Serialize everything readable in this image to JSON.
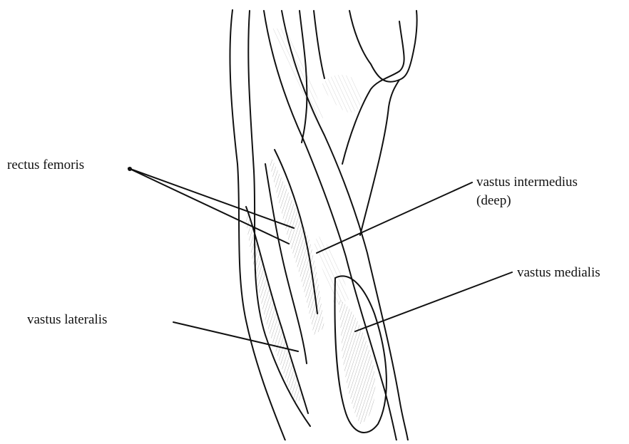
{
  "labels": {
    "rectus_femoris": "rectus femoris",
    "vastus_intermedius_line1": "vastus intermedius",
    "vastus_intermedius_line2": "(deep)",
    "vastus_medialis": "vastus medialis",
    "vastus_lateralis": "vastus lateralis"
  },
  "colors": {
    "ink": "#111111",
    "background": "#ffffff"
  }
}
